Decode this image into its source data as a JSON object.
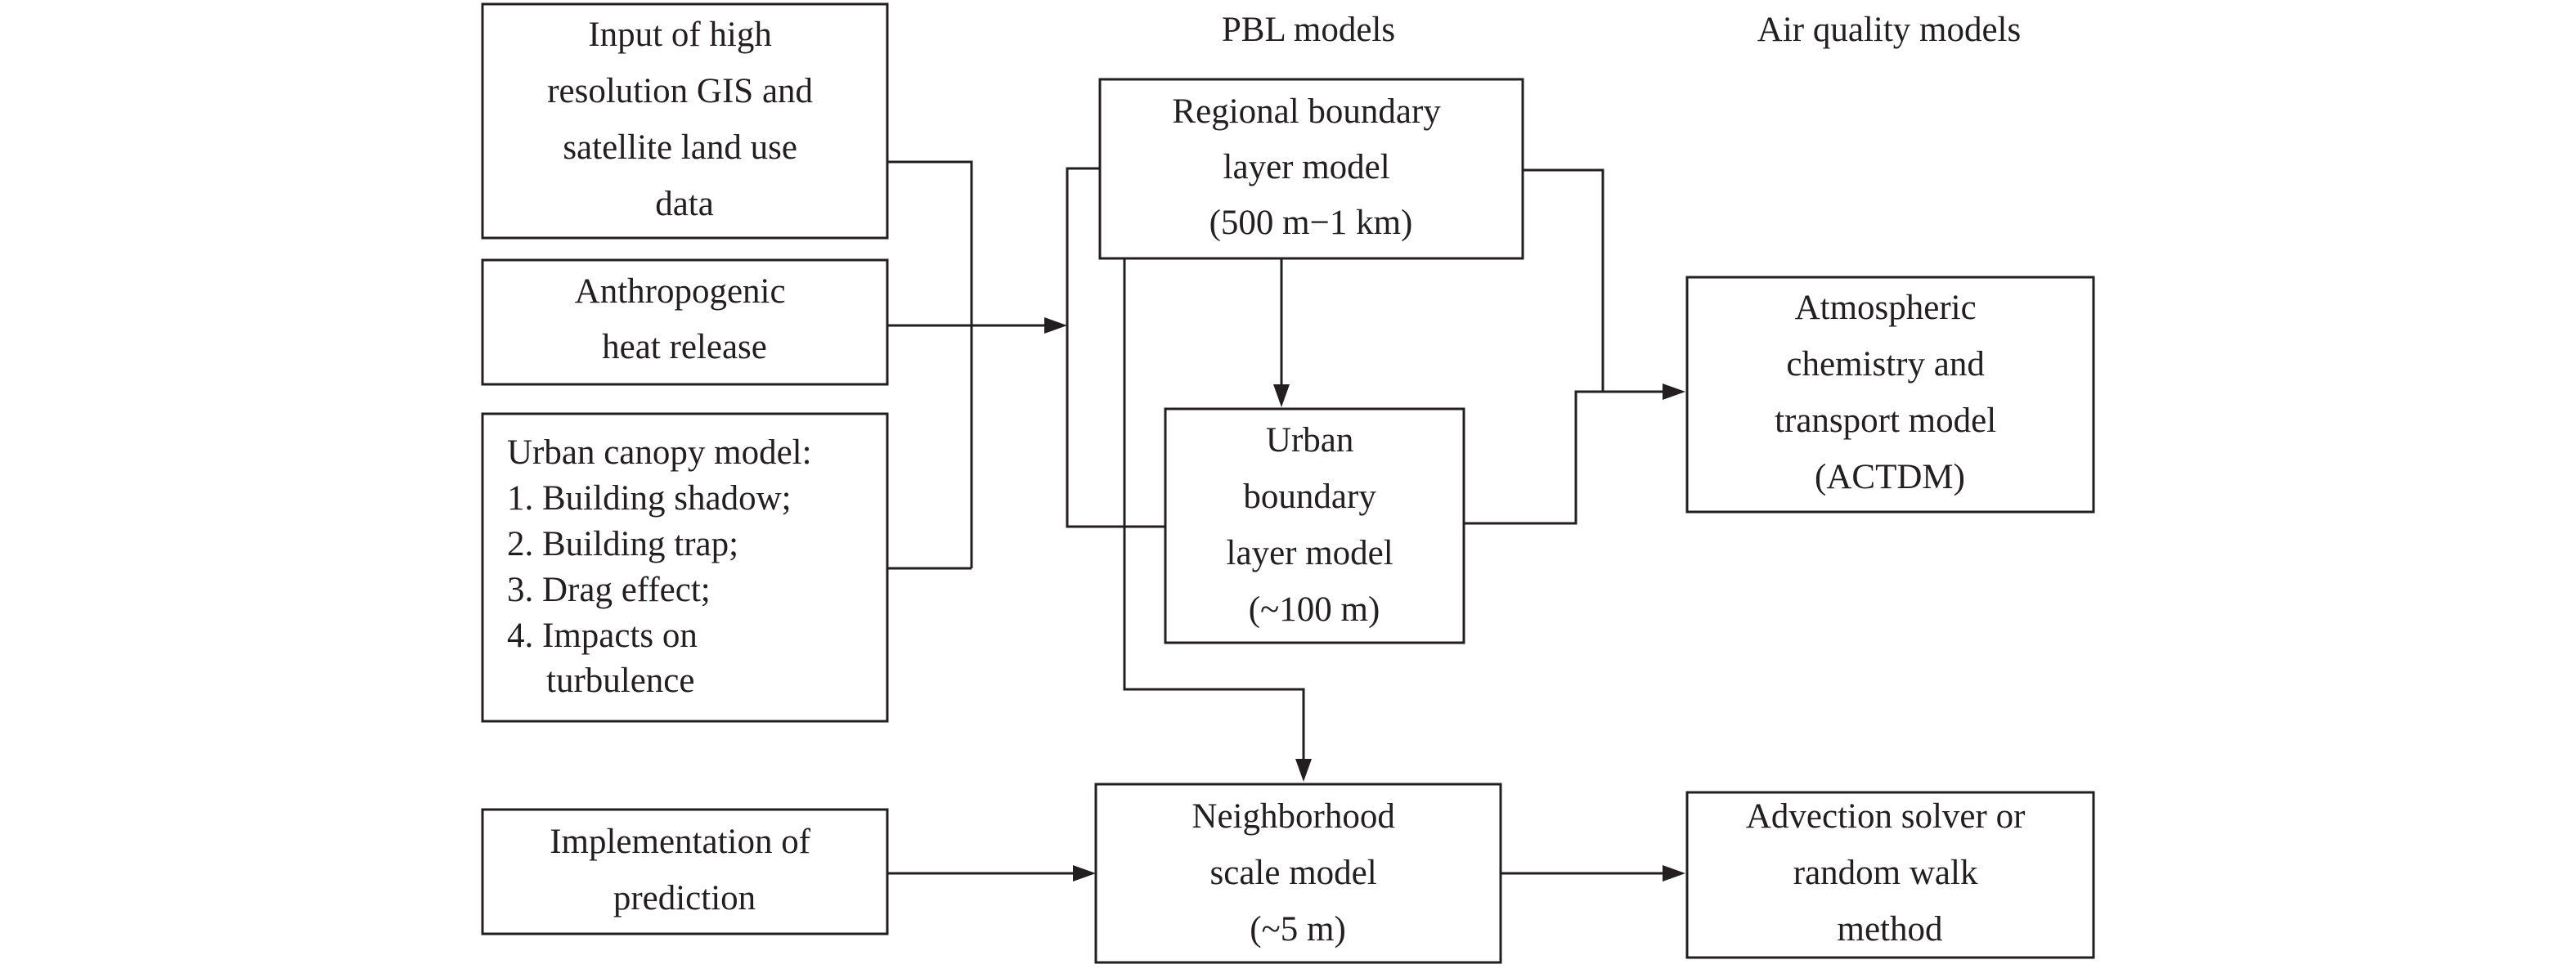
{
  "headers": {
    "pbl_models": "PBL models",
    "air_quality_models": "Air quality models"
  },
  "boxes": {
    "gis_input": {
      "lines": [
        "Input of high",
        "resolution GIS and",
        "satellite land use",
        "data"
      ]
    },
    "anthropogenic_heat": {
      "lines": [
        "Anthropogenic",
        "heat release"
      ]
    },
    "urban_canopy": {
      "lines": [
        "Urban canopy model:",
        "1. Building shadow;",
        "2. Building trap;",
        "3. Drag effect;",
        "4. Impacts on",
        "turbulence"
      ]
    },
    "implementation": {
      "lines": [
        "Implementation of",
        "prediction"
      ]
    },
    "regional_bl": {
      "lines": [
        "Regional boundary",
        "layer model",
        "(500 m−1 km)"
      ]
    },
    "urban_bl": {
      "lines": [
        "Urban",
        "boundary",
        "layer model",
        "(~100 m)"
      ]
    },
    "neighborhood": {
      "lines": [
        "Neighborhood",
        "scale model",
        "(~5 m)"
      ]
    },
    "actdm": {
      "lines": [
        "Atmospheric",
        "chemistry and",
        "transport model",
        "(ACTDM)"
      ]
    },
    "advection": {
      "lines": [
        "Advection solver or",
        "random walk",
        "method"
      ]
    }
  }
}
